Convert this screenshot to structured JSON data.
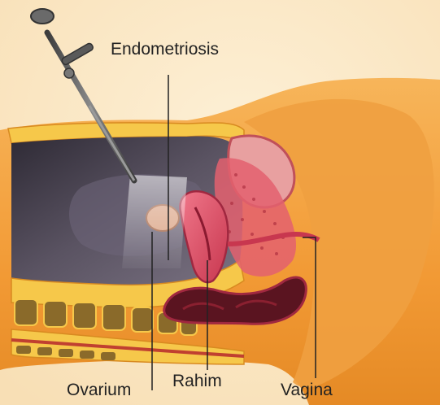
{
  "labels": {
    "endometriosis": "Endometriosis",
    "ovarium": "Ovarium",
    "rahim": "Rahim",
    "vagina": "Vagina"
  },
  "colors": {
    "background": "#fbe6c2",
    "skin": "#f2a647",
    "fat_layer": "#f6c84a",
    "cavity": "#4a4450",
    "uterus": "#e04f6a",
    "bone": "#8a6a2a",
    "instrument": "#5a5a5a",
    "leader_line": "#222222"
  }
}
